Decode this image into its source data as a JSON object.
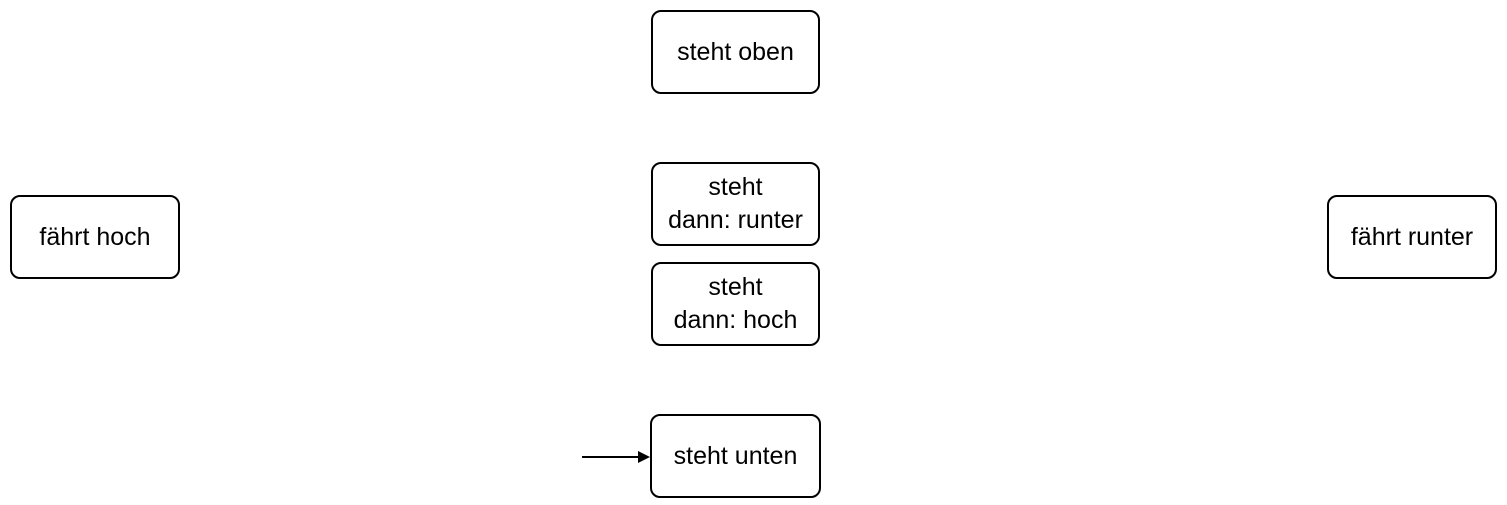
{
  "diagram": {
    "nodes": {
      "steht_oben": {
        "label": "steht oben"
      },
      "steht_dann_runter": {
        "label": "steht\ndann: runter"
      },
      "steht_dann_hoch": {
        "label": "steht\ndann: hoch"
      },
      "steht_unten": {
        "label": "steht unten"
      },
      "faehrt_hoch": {
        "label": "fährt hoch"
      },
      "faehrt_runter": {
        "label": "fährt runter"
      }
    },
    "colors": {
      "node_border": "#000000",
      "node_fill": "#ffffff",
      "text": "#000000",
      "arrow": "#000000"
    }
  }
}
